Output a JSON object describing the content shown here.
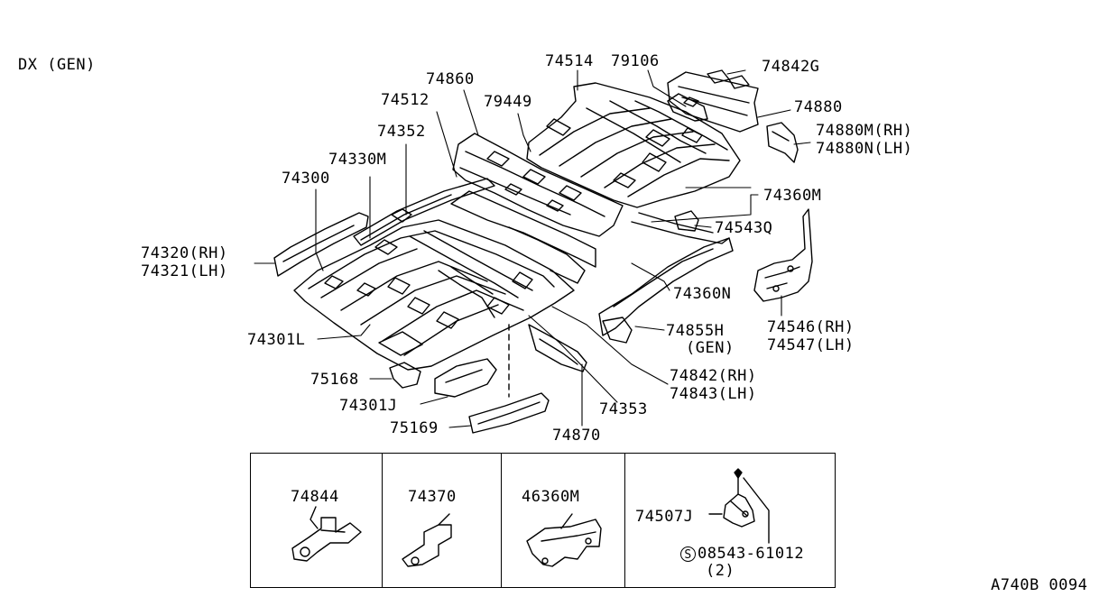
{
  "header": {
    "variant": "DX (GEN)"
  },
  "footer": {
    "code": "A740B 0094"
  },
  "parts": {
    "p74514": "74514",
    "p79106": "79106",
    "p74842G": "74842G",
    "p74880": "74880",
    "p74880M": "74880M(RH)",
    "p74880N": "74880N(LH)",
    "p74860": "74860",
    "p79449": "79449",
    "p74512": "74512",
    "p74352": "74352",
    "p74330M": "74330M",
    "p74300": "74300",
    "p74360M": "74360M",
    "p74543Q": "74543Q",
    "p74320": "74320(RH)",
    "p74321": "74321(LH)",
    "p74360N": "74360N",
    "p74546": "74546(RH)",
    "p74547": "74547(LH)",
    "p74301L": "74301L",
    "p74855H": "74855H",
    "p74855H_sub": "(GEN)",
    "p75168": "75168",
    "p74842": "74842(RH)",
    "p74843": "74843(LH)",
    "p74301J": "74301J",
    "p74353": "74353",
    "p75169": "75169",
    "p74870": "74870"
  },
  "insets": {
    "i74844": "74844",
    "i74370": "74370",
    "i46360M": "46360M",
    "i74507J": "74507J",
    "bolt_symbol": "S",
    "bolt_part": "08543-61012",
    "bolt_qty": "(2)"
  }
}
